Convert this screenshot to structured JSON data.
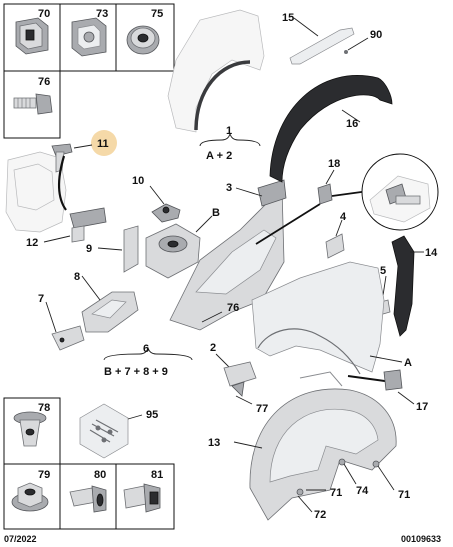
{
  "callouts": {
    "c70": "70",
    "c73": "73",
    "c75": "75",
    "c76": "76",
    "c78": "78",
    "c79": "79",
    "c80": "80",
    "c81": "81",
    "c95": "95",
    "c11": "11",
    "c12": "12",
    "c9": "9",
    "c10": "10",
    "cB": "B",
    "c3": "3",
    "c8": "8",
    "c7": "7",
    "c76b": "76",
    "c6": "6",
    "c6sub": "B + 7 + 8 + 9",
    "c1": "1",
    "c1sub": "A + 2",
    "c15": "15",
    "c90": "90",
    "c16": "16",
    "c18": "18",
    "c4": "4",
    "c14": "14",
    "c5": "5",
    "cA": "A",
    "c2": "2",
    "c77": "77",
    "c17": "17",
    "c13": "13",
    "c71a": "71",
    "c74": "74",
    "c71b": "71",
    "c72": "72"
  },
  "footer": {
    "date": "07/2022",
    "reference": "00109633"
  },
  "colors": {
    "highlight": "#f5d9a8",
    "part_fill": "#d9dadc",
    "outline": "#111111"
  }
}
